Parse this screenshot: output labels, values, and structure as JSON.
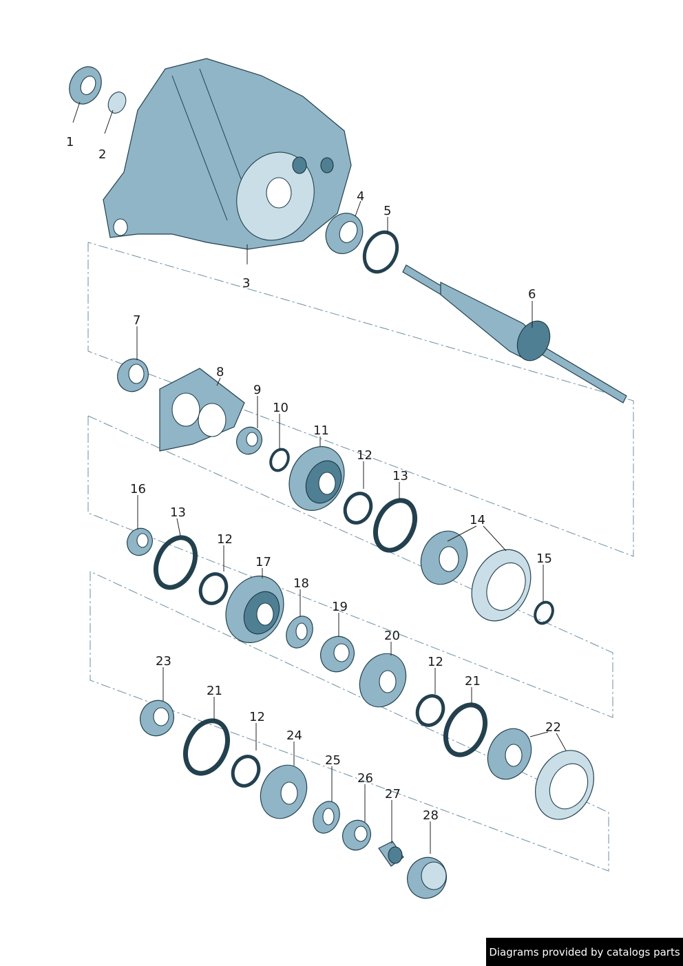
{
  "callouts": [
    "1",
    "2",
    "3",
    "4",
    "5",
    "6",
    "7",
    "8",
    "9",
    "10",
    "11",
    "12",
    "13",
    "14",
    "15",
    "16",
    "13",
    "12",
    "17",
    "18",
    "19",
    "20",
    "12",
    "21",
    "22",
    "23",
    "21",
    "12",
    "24",
    "25",
    "26",
    "27",
    "28"
  ],
  "credit": "Diagrams provided by catalogs parts",
  "colors": {
    "part": "#8fb5c6",
    "outline": "#23404e",
    "frame": "#6a8ea0",
    "credit_bg": "#000000",
    "credit_text": "#ffffff"
  }
}
